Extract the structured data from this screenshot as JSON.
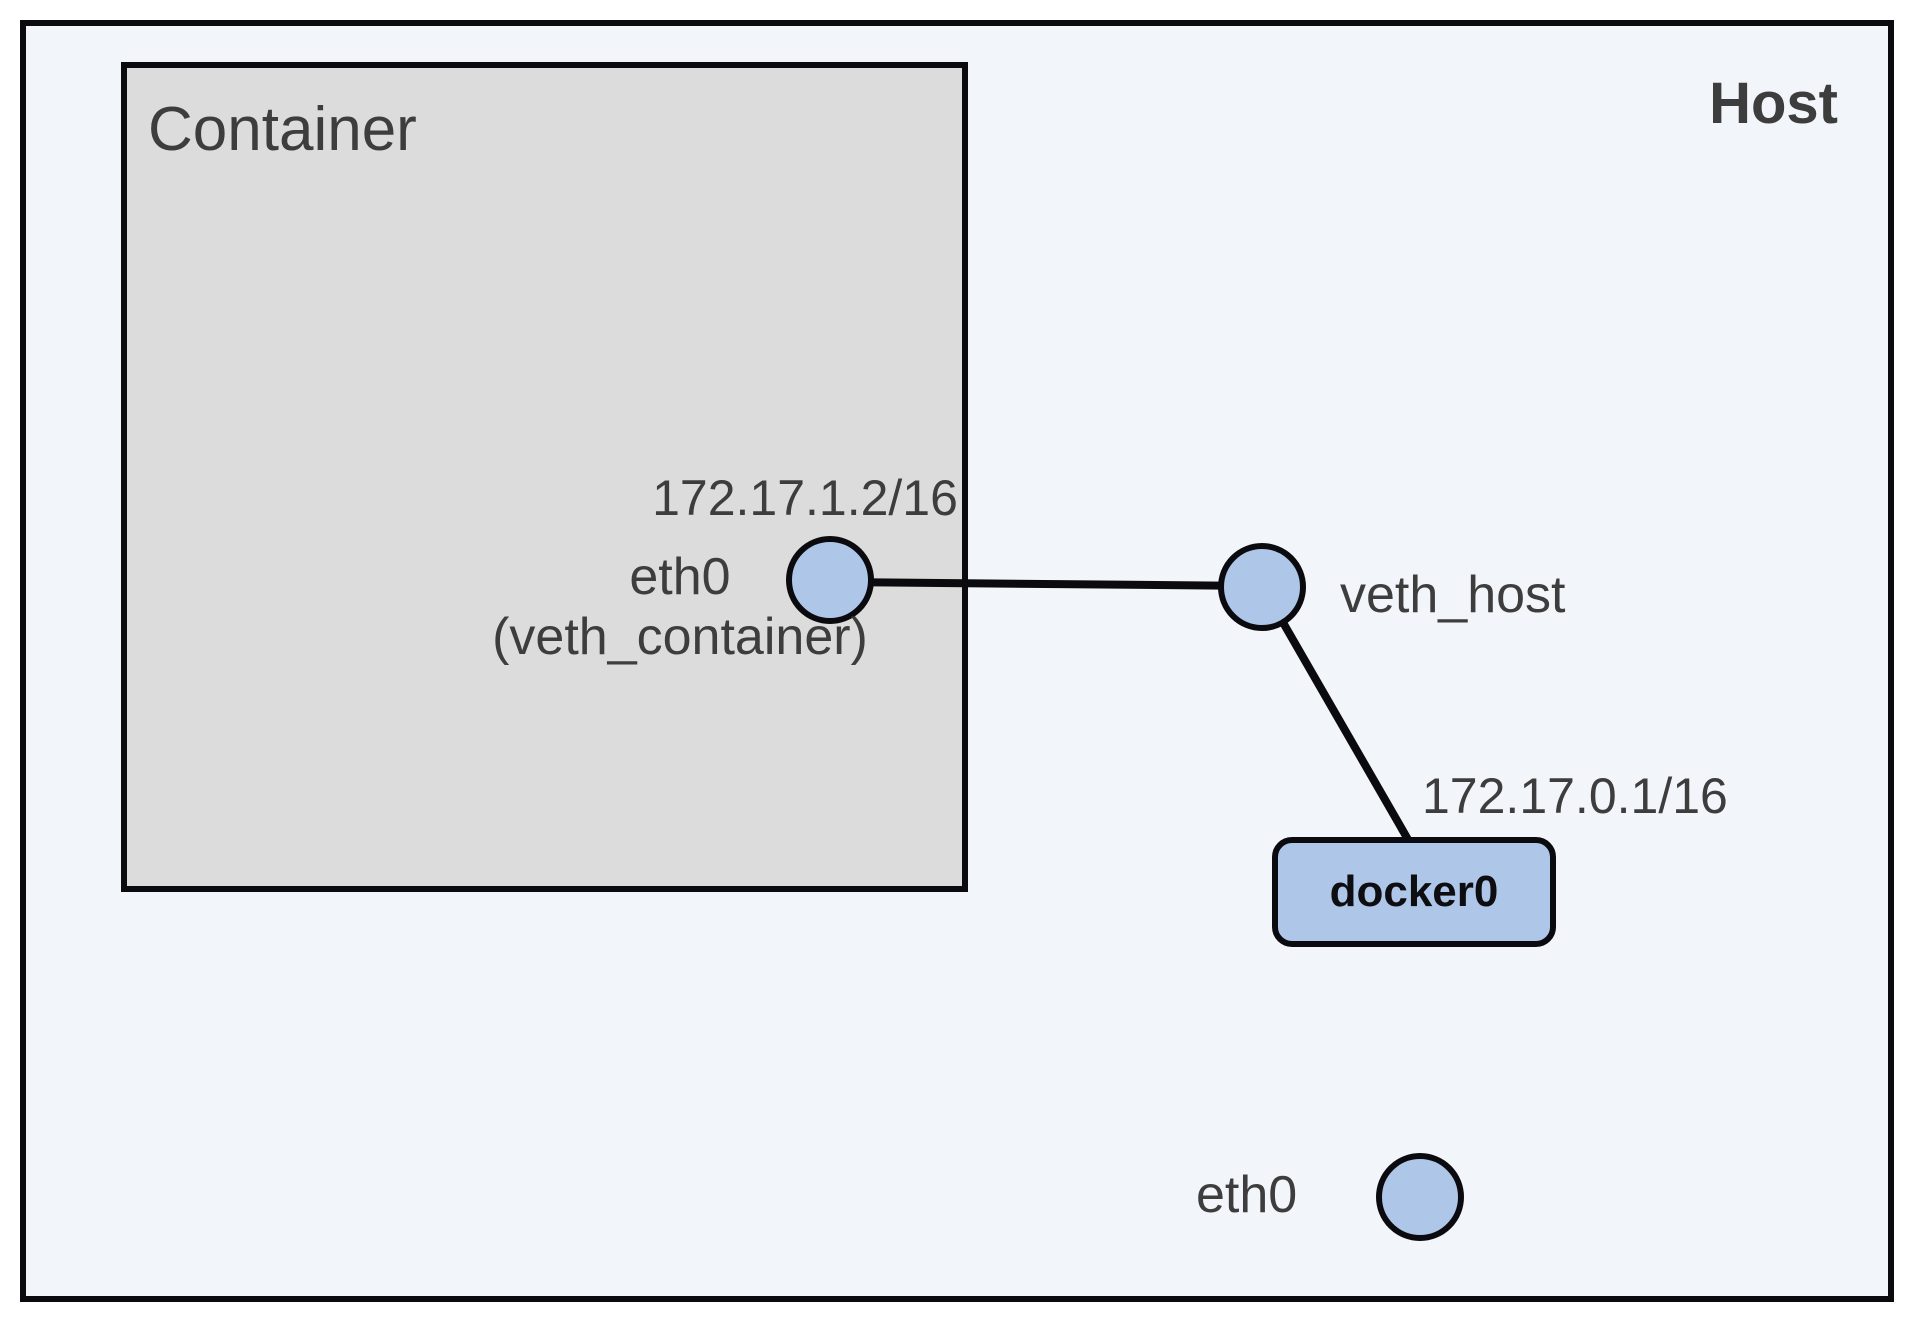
{
  "host": {
    "label": "Host"
  },
  "container": {
    "label": "Container"
  },
  "nodes": {
    "veth_container": {
      "name": "eth0",
      "alias": "(veth_container)",
      "ip": "172.17.1.2/16"
    },
    "veth_host": {
      "name": "veth_host"
    },
    "docker0": {
      "name": "docker0",
      "ip": "172.17.0.1/16"
    },
    "eth0_host": {
      "name": "eth0"
    }
  },
  "links": [
    {
      "from": "eth0 (veth_container)",
      "to": "veth_host"
    },
    {
      "from": "veth_host",
      "to": "docker0"
    }
  ],
  "colors": {
    "host_bg": "#f2f5fa",
    "container_bg": "#dcdcdc",
    "node_fill": "#aec6e8",
    "line_color": "#0b0b0f",
    "text_color": "#3d3d3d",
    "docker0_text": "#0e0e12",
    "page_bg": "#ffffff"
  }
}
